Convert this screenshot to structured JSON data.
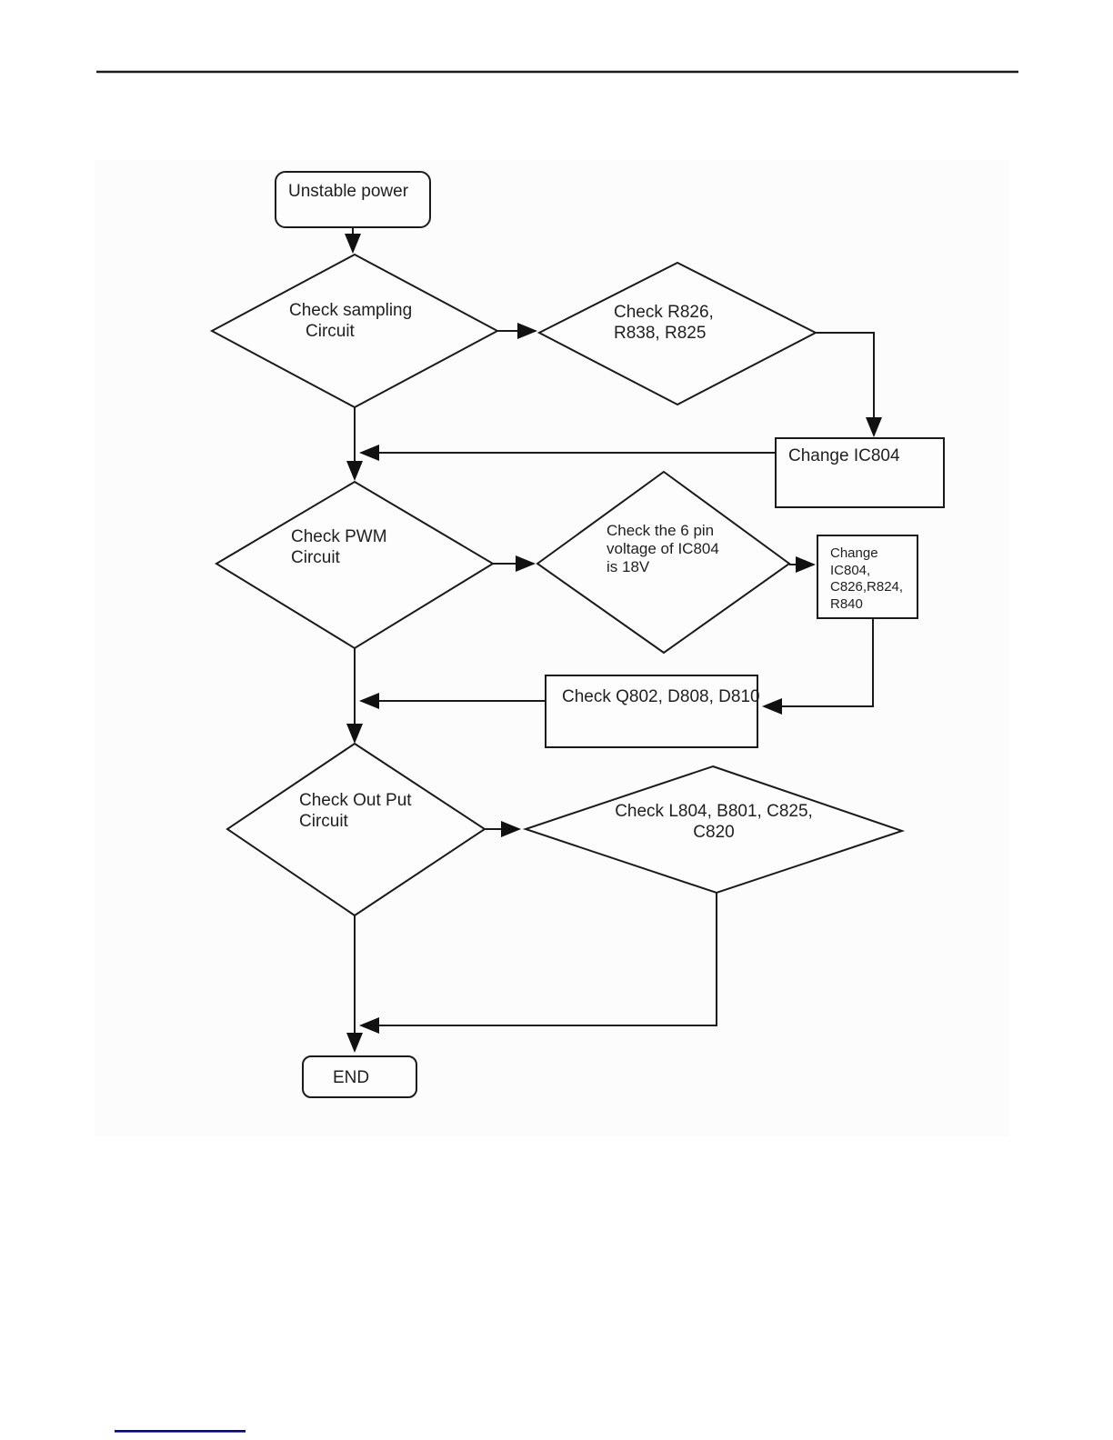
{
  "document": {
    "header_rule_color": "#1a1a1a",
    "footer_link_color": "#000099"
  },
  "flowchart": {
    "canvas_color": "#fcfcfc",
    "line_color": "#1a1a1a",
    "nodes": {
      "start": {
        "shape": "rounded-rect",
        "lines": [
          "Unstable power"
        ]
      },
      "check_sampling": {
        "shape": "diamond",
        "lines": [
          "Check sampling",
          "Circuit"
        ]
      },
      "check_resistors": {
        "shape": "diamond",
        "lines": [
          "Check R826,",
          "R838, R825"
        ]
      },
      "change_ic804": {
        "shape": "rect",
        "lines": [
          "Change IC804"
        ]
      },
      "check_pwm": {
        "shape": "diamond",
        "lines": [
          "Check PWM",
          "Circuit"
        ]
      },
      "check_6pin_voltage": {
        "shape": "diamond",
        "lines": [
          "Check the 6 pin",
          "voltage of IC804",
          "is 18V"
        ]
      },
      "change_components": {
        "shape": "rect",
        "lines": [
          "Change",
          "IC804,",
          "C826,R824,",
          "R840"
        ]
      },
      "check_q802": {
        "shape": "rect",
        "lines": [
          "Check Q802, D808, D810"
        ]
      },
      "check_output": {
        "shape": "diamond",
        "lines": [
          "Check Out Put",
          "Circuit"
        ]
      },
      "check_l804": {
        "shape": "diamond",
        "lines": [
          "Check L804, B801, C825,",
          "C820"
        ]
      },
      "end": {
        "shape": "rounded-rect",
        "lines": [
          "END"
        ]
      }
    }
  }
}
